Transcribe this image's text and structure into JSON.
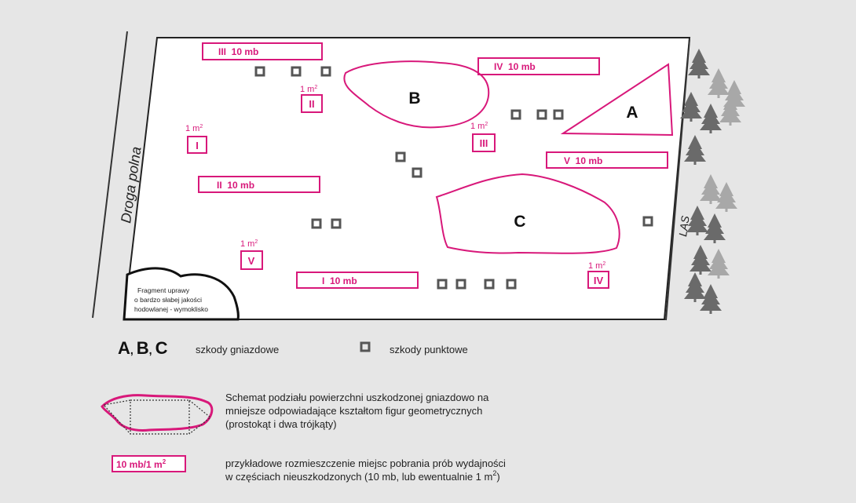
{
  "road_label": "Droga polna",
  "forest_label": "LAS",
  "damage_areas": [
    {
      "label": "A",
      "kind": "nest"
    },
    {
      "label": "B",
      "kind": "nest"
    },
    {
      "label": "C",
      "kind": "nest"
    }
  ],
  "strips": [
    "III  10 mb",
    "IV  10 mb",
    "II  10 mb",
    "V  10 mb",
    "I  10 mb"
  ],
  "squares": [
    {
      "size": "1 m",
      "sup": "2",
      "label": "I"
    },
    {
      "size": "1 m",
      "sup": "2",
      "label": "II"
    },
    {
      "size": "1 m",
      "sup": "2",
      "label": "III"
    },
    {
      "size": "1 m",
      "sup": "2",
      "label": "IV"
    },
    {
      "size": "1 m",
      "sup": "2",
      "label": "V"
    }
  ],
  "fragment_note": [
    "Fragment uprawy",
    "o bardzo słabej jakości",
    "hodowlanej - wymoklisko"
  ],
  "legend": {
    "abc_a": "A",
    "abc_b": "B",
    "abc_c": "C",
    "abc_sep": ",",
    "nest_text": "szkody gniazdowe",
    "point_text": "szkody punktowe",
    "schema_lines": [
      "Schemat podziału powierzchni uszkodzonej gniazdowo na",
      "mniejsze odpowiadające kształtom figur geometrycznych",
      "(prostokąt i dwa trójkąty)"
    ],
    "example_label": "10 mb/1 m",
    "example_sup": "2",
    "sample_line1": "przykładowe rozmieszczenie miejsc pobrania prób wydajności",
    "sample_line2": "w częściach nieuszkodzonych (10 mb, lub ewentualnie 1 m",
    "sample_sup": "2",
    "sample_end": ")"
  },
  "colors": {
    "accent": "#d8187a",
    "point_damage": "#555555",
    "background": "#e6e6e6"
  },
  "icons": [
    "point-damage-icon",
    "tree-icon"
  ]
}
